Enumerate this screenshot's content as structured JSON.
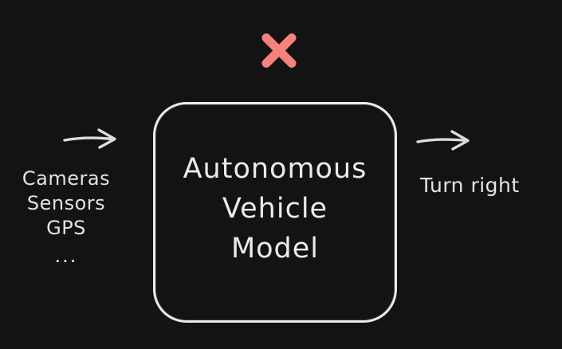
{
  "app": {
    "title": "Autonomous Vehicle Model diagram"
  },
  "colors": {
    "background": "#131314",
    "stroke": "#ebebe9",
    "text": "#e3e3e1",
    "error_accent": "#f8827b"
  },
  "icons": {
    "error_marker": "red-x-icon",
    "input_arrow": "right-arrow-icon",
    "output_arrow": "right-arrow-icon"
  },
  "diagram": {
    "inputs": {
      "items": [
        "Cameras",
        "Sensors",
        "GPS",
        "..."
      ]
    },
    "model_box": {
      "lines": [
        "Autonomous",
        "Vehicle",
        "Model"
      ]
    },
    "output": {
      "label": "Turn right"
    }
  }
}
